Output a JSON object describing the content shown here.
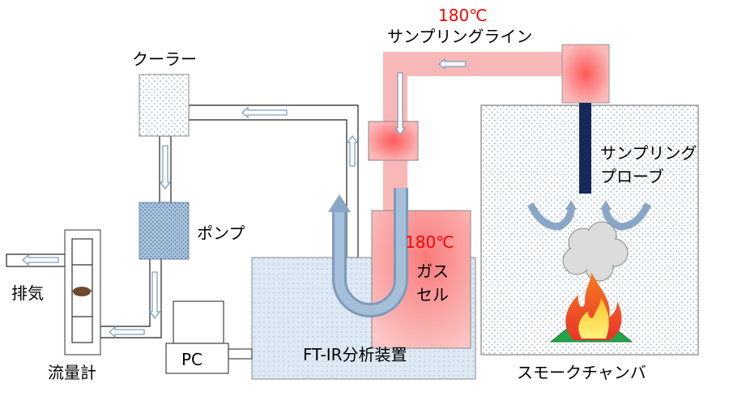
{
  "temperature_line": "180℃",
  "sampling_line": "サンプリングライン",
  "cooler": "クーラー",
  "sampling_probe_l1": "サンプリング",
  "sampling_probe_l2": "プローブ",
  "pump": "ポンプ",
  "temperature_cell": "180℃",
  "gas_cell_l1": "ガス",
  "gas_cell_l2": "セル",
  "exhaust": "排気",
  "pc": "PC",
  "ftir": "FT-IR分析装置",
  "flowmeter": "流量計",
  "smoke_chamber": "スモークチャンバ",
  "colors": {
    "heated": "#f9b4b4",
    "heated_core": "#ff6060",
    "equipment": "#d6e6f2",
    "pump": "#9cbcd8",
    "probe": "#14285a",
    "flow_arrow": "#8eaacc"
  }
}
